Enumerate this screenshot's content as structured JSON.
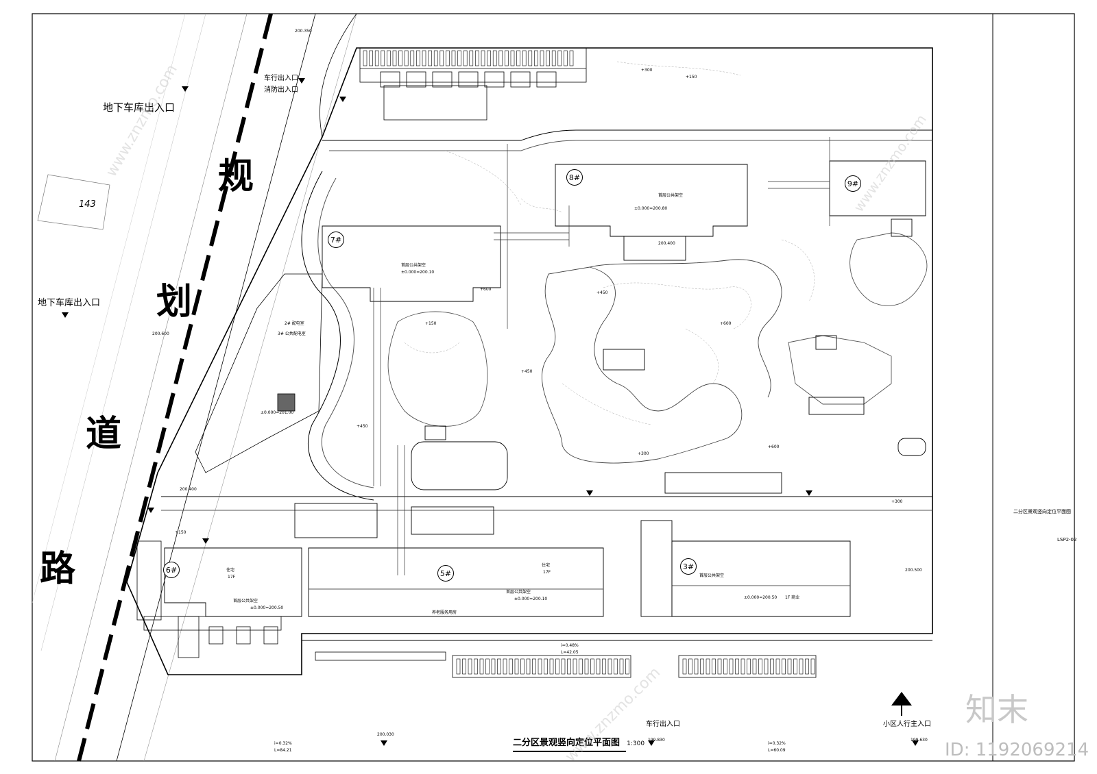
{
  "road": {
    "chars": [
      "规",
      "划",
      "道",
      "路"
    ]
  },
  "entrances": {
    "garage_1": "地下车库出入口",
    "garage_2": "地下车库出入口",
    "vehicle_fire_1": "车行出入口",
    "vehicle_fire_2": "消防出入口",
    "vehicle_south": "车行出入口",
    "pedestrian_main": "小区人行主入口"
  },
  "buildings": [
    {
      "num": "3#"
    },
    {
      "num": "5#"
    },
    {
      "num": "6#"
    },
    {
      "num": "7#"
    },
    {
      "num": "8#"
    },
    {
      "num": "9#"
    }
  ],
  "building_labels": {
    "public_open": "首层公共架空",
    "residence": "住宅",
    "floors_17": "17F",
    "commercial": "1F 商业",
    "elderly": "养老服务用房",
    "power_room": "2# 配电室",
    "public_power": "3# 公共配电室"
  },
  "elevations": {
    "e1": "±0.000=200.50",
    "e2": "±0.000=200.10",
    "e3": "±0.000=200.80",
    "e4": "±0.000=201.00",
    "e5": "200.400",
    "e6": "200.500",
    "e7": "200.350",
    "e8": "200.600",
    "e9": "199.830",
    "e10": "200.030",
    "e11": "199.630"
  },
  "slopes": {
    "s1": "i=0.32%",
    "s2": "i=0.48%",
    "s3": "L=84.21",
    "s4": "L=42.05",
    "s5": "L=60.09"
  },
  "spot_heights": [
    "+150",
    "+300",
    "+450",
    "+600"
  ],
  "parcel_number": "143",
  "plan_title": "二分区景观竖向定位平面图",
  "plan_scale": "1:300",
  "title_block": {
    "drawing_name": "二分区景观竖向定位平面图",
    "drawing_no": "LSP2-02"
  },
  "watermark": {
    "brand": "知末",
    "id": "ID: 1192069214",
    "site": "www.znzmo.com"
  }
}
